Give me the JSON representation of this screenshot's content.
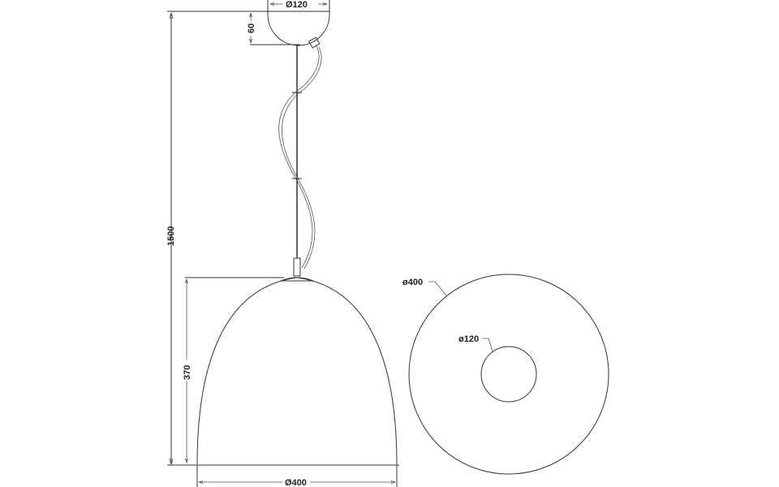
{
  "drawing": {
    "type": "pendant lamp technical drawing",
    "units": "mm",
    "side_view": {
      "canopy_diameter": "Ø120",
      "canopy_height": "60",
      "total_height": "1500",
      "shade_height": "370",
      "shade_diameter": "Ø400"
    },
    "bottom_view": {
      "outer_diameter": "ø400",
      "inner_diameter": "ø120"
    },
    "colors": {
      "line": "#333333",
      "background": "#ffffff"
    }
  }
}
